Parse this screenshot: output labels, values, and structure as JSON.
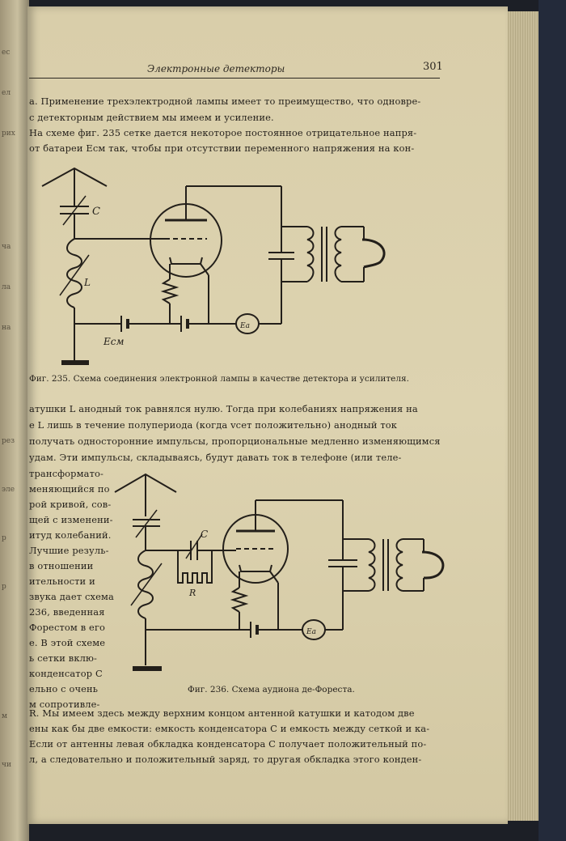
{
  "running_head": "Электронные детекторы",
  "page_number": "301",
  "top_text": [
    "а. Применение трехэлектродной лампы имеет то преимущество, что одновре-",
    "с детекторным действием мы имеем и усиление.",
    "На схеме фиг. 235 сетке дается некоторое постоянное отрицательное напря-",
    "от батареи Eсм так, чтобы при отсутствии переменного напряжения на кон-"
  ],
  "fig235": {
    "caption": "Фиг. 235. Схема соединения электронной лампы в качестве детектора и усилителя.",
    "labels": {
      "c": "C",
      "l": "L",
      "ecm": "Eсм",
      "ea": "Ea"
    }
  },
  "middle_text": [
    "атушки L анодный ток равнялся нулю. Тогда при колебаниях напряжения на",
    "е L лишь в течение полупериода (когда vсет положительно) анодный ток",
    "получать односторонние импульсы, пропорциональные медленно изменяющимся",
    "удам. Эти импульсы, складываясь, будут давать ток в телефоне (или теле-"
  ],
  "wrap_text": [
    "трансформато-",
    "меняющийся по",
    "рой кривой, сов-",
    "щей с изменени-",
    "итуд колебаний.",
    "Лучшие резуль-",
    "в отношении",
    "ительности и",
    "звука дает схема",
    "236, введенная",
    "Форестом в его",
    "е. В этой схеме",
    "ь сетки вклю-",
    "конденсатор C",
    "ельно с очень",
    "м сопротивле-"
  ],
  "fig236": {
    "caption": "Фиг. 236. Схема аудиона де-Фореста.",
    "labels": {
      "c": "C",
      "r": "R",
      "ea": "Ea"
    }
  },
  "bottom_text": [
    "R. Мы имеем здесь между верхним концом антенной катушки и катодом две",
    "ены как бы две емкости: емкость конденсатора C и емкость между сеткой и ка-",
    "Если от антенны левая обкладка конденсатора C получает положительный по-",
    "л, а следовательно и положительный заряд, то другая обкладка этого конден-"
  ],
  "left_page_fragments": [
    "ес",
    "ел",
    "рих",
    "ча",
    "ла",
    "на",
    "рез",
    "эле",
    "р",
    "р",
    "м",
    "чи"
  ]
}
